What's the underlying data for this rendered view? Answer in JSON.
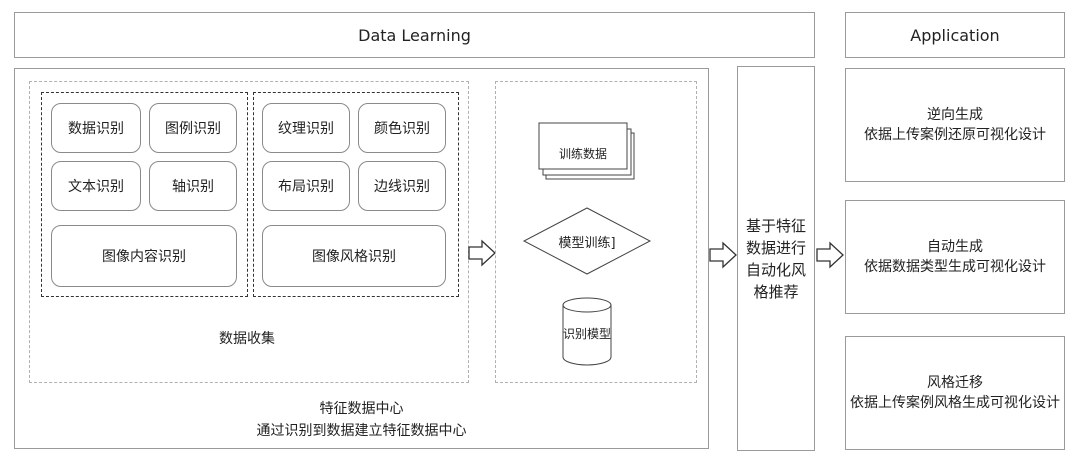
{
  "header": {
    "data_learning": "Data Learning",
    "application": "Application"
  },
  "feature_center": {
    "collection_label": "数据收集",
    "left_group": {
      "items": [
        "数据识别",
        "图例识别",
        "文本识别",
        "轴识别"
      ],
      "wide_item": "图像内容识别"
    },
    "right_group": {
      "items": [
        "纹理识别",
        "颜色识别",
        "布局识别",
        "边线识别"
      ],
      "wide_item": "图像风格识别"
    },
    "training": {
      "data_label": "训练数据",
      "train_label": "模型训练]",
      "model_label": "识别模型"
    },
    "title_line1": "特征数据中心",
    "title_line2": "通过识别到数据建立特征数据中心"
  },
  "recommend": {
    "lines": [
      "基于特征",
      "数据进行",
      "自动化风",
      "格推荐"
    ]
  },
  "applications": [
    {
      "title": "逆向生成",
      "desc": "依据上传案例还原可视化设计"
    },
    {
      "title": "自动生成",
      "desc": "依据数据类型生成可视化设计"
    },
    {
      "title": "风格迁移",
      "desc": "依据上传案例风格生成可视化设计"
    }
  ]
}
